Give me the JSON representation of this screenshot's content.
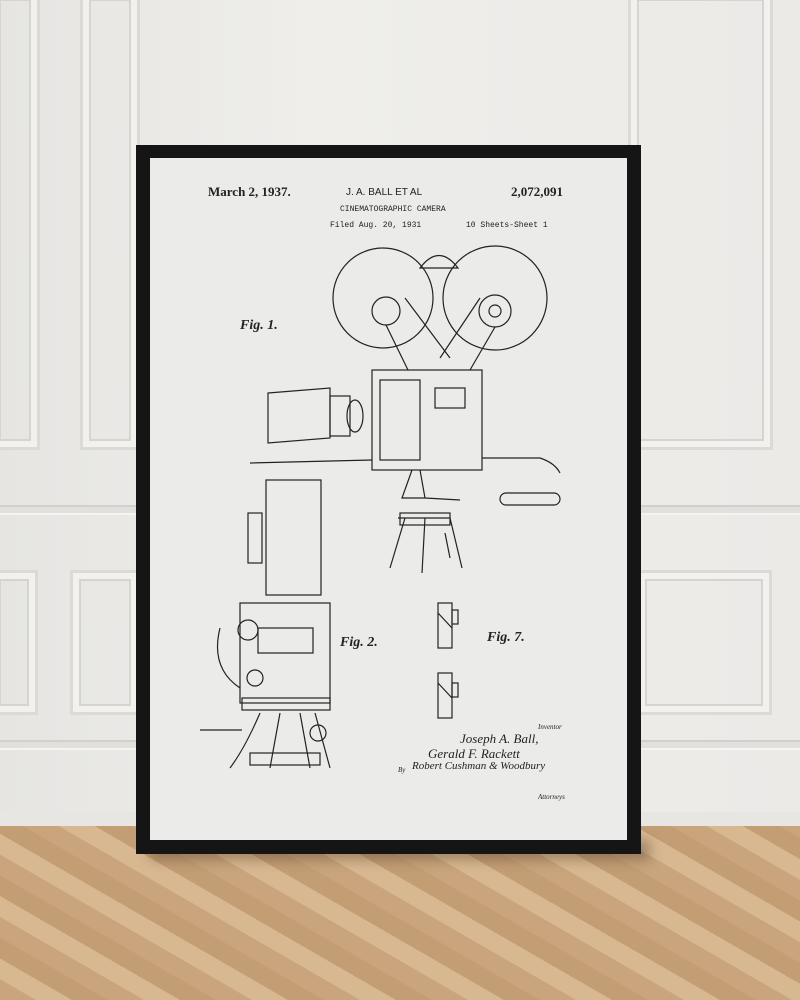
{
  "poster": {
    "date": "March 2, 1937.",
    "inventor_header": "J. A. BALL ET AL",
    "patent_number": "2,072,091",
    "title": "CINEMATOGRAPHIC CAMERA",
    "filed": "Filed Aug. 20, 1931",
    "sheets": "10 Sheets-Sheet 1",
    "fig1": "Fig. 1.",
    "fig2": "Fig. 2.",
    "fig7": "Fig. 7.",
    "inventor_label": "Inventor",
    "inventor1": "Joseph A. Ball,",
    "inventor2": "Gerald F. Rackett",
    "by": "By",
    "attorney_signature": "Robert Cushman & Woodbury",
    "attorneys_label": "Attorneys"
  },
  "colors": {
    "frame": "#151515",
    "paper": "#ebebea",
    "wall": "#eceae7",
    "floor": "#d0ad85"
  }
}
